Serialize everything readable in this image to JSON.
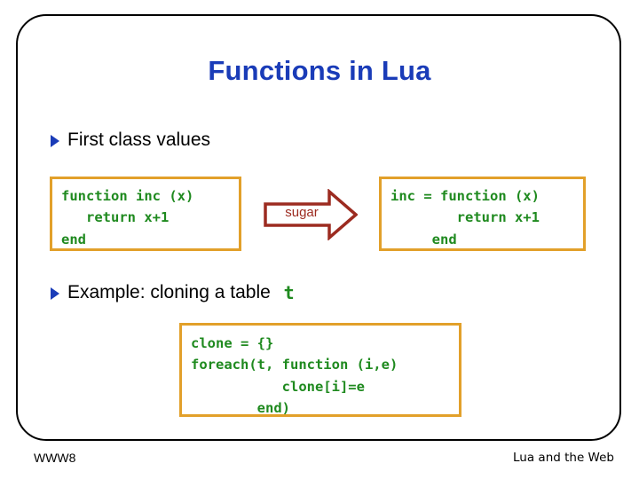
{
  "slide": {
    "title": "Functions in Lua",
    "bullets": [
      {
        "text": "First class values",
        "code_suffix": ""
      },
      {
        "text": "Example: cloning a table ",
        "code_suffix": "t"
      }
    ],
    "code_boxes": {
      "left": "function inc (x)\n   return x+1\nend",
      "right": "inc = function (x)\n        return x+1\n     end",
      "bottom": "clone = {}\nforeach(t, function (i,e)\n           clone[i]=e\n        end)"
    },
    "arrow": {
      "label": "sugar",
      "direction": "right"
    },
    "footer": {
      "left": "WWW8",
      "right": "Lua and the Web"
    },
    "colors": {
      "title_blue": "#1a3cb8",
      "code_green": "#1f8a1f",
      "box_orange": "#e2a02a",
      "arrow_red": "#9c2b20",
      "frame_black": "#000000",
      "background": "#ffffff"
    }
  }
}
